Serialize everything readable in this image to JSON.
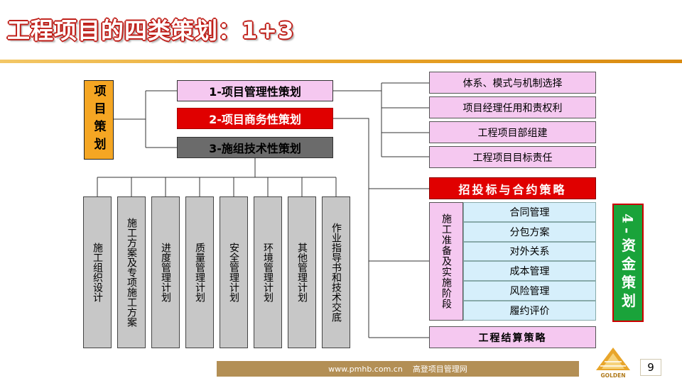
{
  "title": "工程项目的四类策划：1+3",
  "colors": {
    "title_outline": "#c0201a",
    "accent_orange": "#f5a623",
    "pink": "#f5c8f0",
    "red": "#e00000",
    "gray": "#6b6b6b",
    "light_blue": "#d6effb",
    "green": "#1aa33a"
  },
  "project_label": "项目策划",
  "plans": {
    "mgmt": "1-项目管理性策划",
    "biz": "2-项目商务性策划",
    "tech": "3-施组技术性策划"
  },
  "mgmt_items": [
    "体系、模式与机制选择",
    "项目经理任用和责权利",
    "工程项目部组建",
    "工程项目目标责任"
  ],
  "bidding": "招投标与合约策略",
  "prep_label": "施工准备及实施阶段",
  "prep_items": [
    "合同管理",
    "分包方案",
    "对外关系",
    "成本管理",
    "风险管理",
    "履约评价"
  ],
  "settlement": "工程结算策略",
  "funding": "4-资金策划",
  "tech_items": [
    "施工组织设计",
    "施工方案及专项施工方案",
    "进度管理计划",
    "质量管理计划",
    "安全管理计划",
    "环境管理计划",
    "其他管理计划",
    "作业指导书和技术交底"
  ],
  "footer": {
    "url": "www.pmhb.com.cn",
    "site_name": "高登项目管理网"
  },
  "logo_text": "GOLDEN",
  "page_number": "9"
}
